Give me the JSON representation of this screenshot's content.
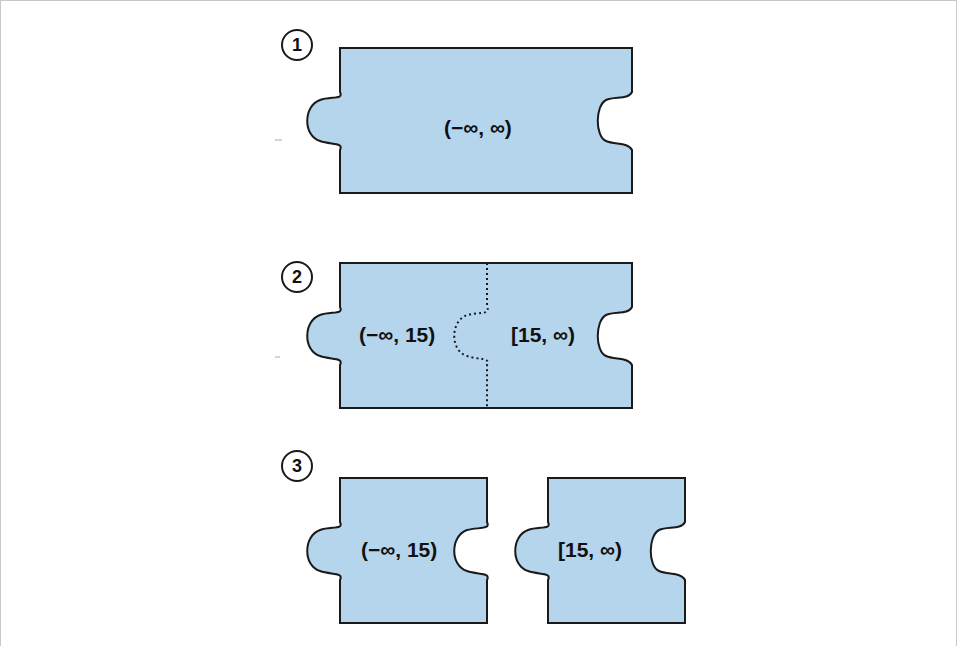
{
  "diagram": {
    "nodes": [
      {
        "text": [
          "(−∞, ∞)"
        ]
      },
      {
        "text": [
          "(−∞, 15)"
        ]
      },
      {
        "text": [
          "[15, ∞)"
        ]
      },
      {
        "text": [
          "(−∞, 15)"
        ]
      },
      {
        "text": [
          "[15, ∞)"
        ]
      }
    ],
    "labels": [
      "1",
      "2",
      "3"
    ]
  }
}
